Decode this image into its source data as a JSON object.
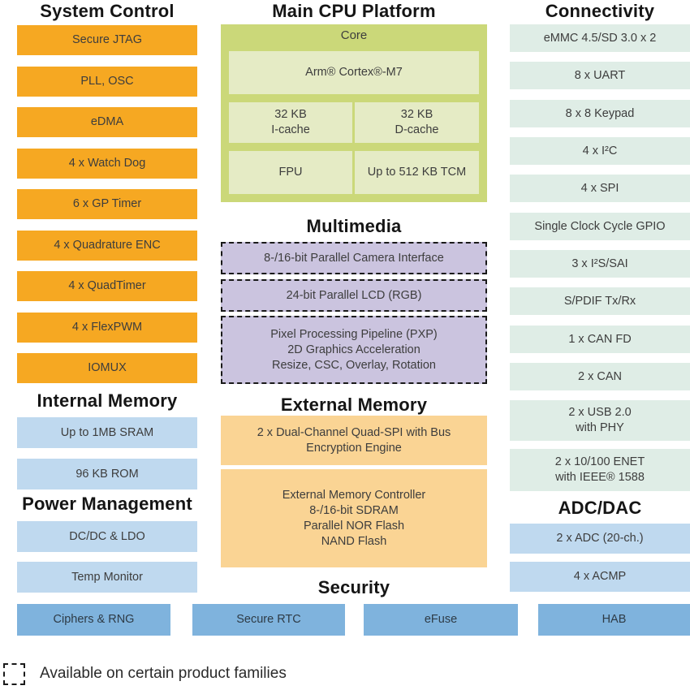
{
  "colors": {
    "orange": "#F6A822",
    "green_outer": "#CBD879",
    "green_inner": "#E5EBC5",
    "mint": "#DFEDE6",
    "lavender": "#CBC4DF",
    "tan": "#FAD494",
    "light_blue": "#BFD9EF",
    "medium_blue": "#7FB3DD"
  },
  "left": {
    "system_control": {
      "title": "System Control",
      "items": [
        "Secure JTAG",
        "PLL, OSC",
        "eDMA",
        "4 x Watch Dog",
        "6 x GP Timer",
        "4 x Quadrature ENC",
        "4 x QuadTimer",
        "4 x FlexPWM",
        "IOMUX"
      ]
    },
    "internal_memory": {
      "title": "Internal Memory",
      "items": [
        "Up to 1MB SRAM",
        "96 KB ROM"
      ]
    },
    "power_management": {
      "title": "Power Management",
      "items": [
        "DC/DC & LDO",
        "Temp Monitor"
      ]
    }
  },
  "middle": {
    "main_cpu": {
      "title": "Main CPU Platform",
      "core_label": "Core",
      "cpu": "Arm® Cortex®-M7",
      "icache": {
        "lines": [
          "32 KB",
          "I-cache"
        ]
      },
      "dcache": {
        "lines": [
          "32 KB",
          "D-cache"
        ]
      },
      "fpu": "FPU",
      "tcm": "Up to 512 KB TCM"
    },
    "multimedia": {
      "title": "Multimedia",
      "items": [
        {
          "lines": [
            "8-/16-bit Parallel Camera Interface"
          ]
        },
        {
          "lines": [
            "24-bit Parallel LCD (RGB)"
          ]
        },
        {
          "lines": [
            "Pixel Processing Pipeline (PXP)",
            "2D Graphics Acceleration",
            "Resize, CSC, Overlay, Rotation"
          ]
        }
      ]
    },
    "external_memory": {
      "title": "External Memory",
      "items": [
        {
          "lines": [
            "2 x Dual-Channel Quad-SPI with Bus",
            "Encryption Engine"
          ]
        },
        {
          "lines": [
            "External Memory Controller",
            "8-/16-bit SDRAM",
            "Parallel NOR Flash",
            "NAND Flash"
          ]
        }
      ]
    },
    "security": {
      "title": "Security"
    }
  },
  "right": {
    "connectivity": {
      "title": "Connectivity",
      "items": [
        "eMMC 4.5/SD 3.0 x 2",
        "8 x UART",
        "8 x 8 Keypad",
        "4 x I²C",
        "4 x SPI",
        "Single Clock Cycle GPIO",
        "3 x I²S/SAI",
        "S/PDIF Tx/Rx",
        "1 x CAN FD",
        "2 x CAN",
        {
          "lines": [
            "2 x USB 2.0",
            "with PHY"
          ]
        },
        {
          "lines": [
            "2 x 10/100 ENET",
            "with IEEE® 1588"
          ]
        }
      ]
    },
    "adc_dac": {
      "title": "ADC/DAC",
      "items": [
        "2 x ADC (20-ch.)",
        "4 x ACMP"
      ]
    }
  },
  "security_row": [
    "Ciphers & RNG",
    "Secure RTC",
    "eFuse",
    "HAB"
  ],
  "legend": {
    "label": "Available on certain product families"
  }
}
